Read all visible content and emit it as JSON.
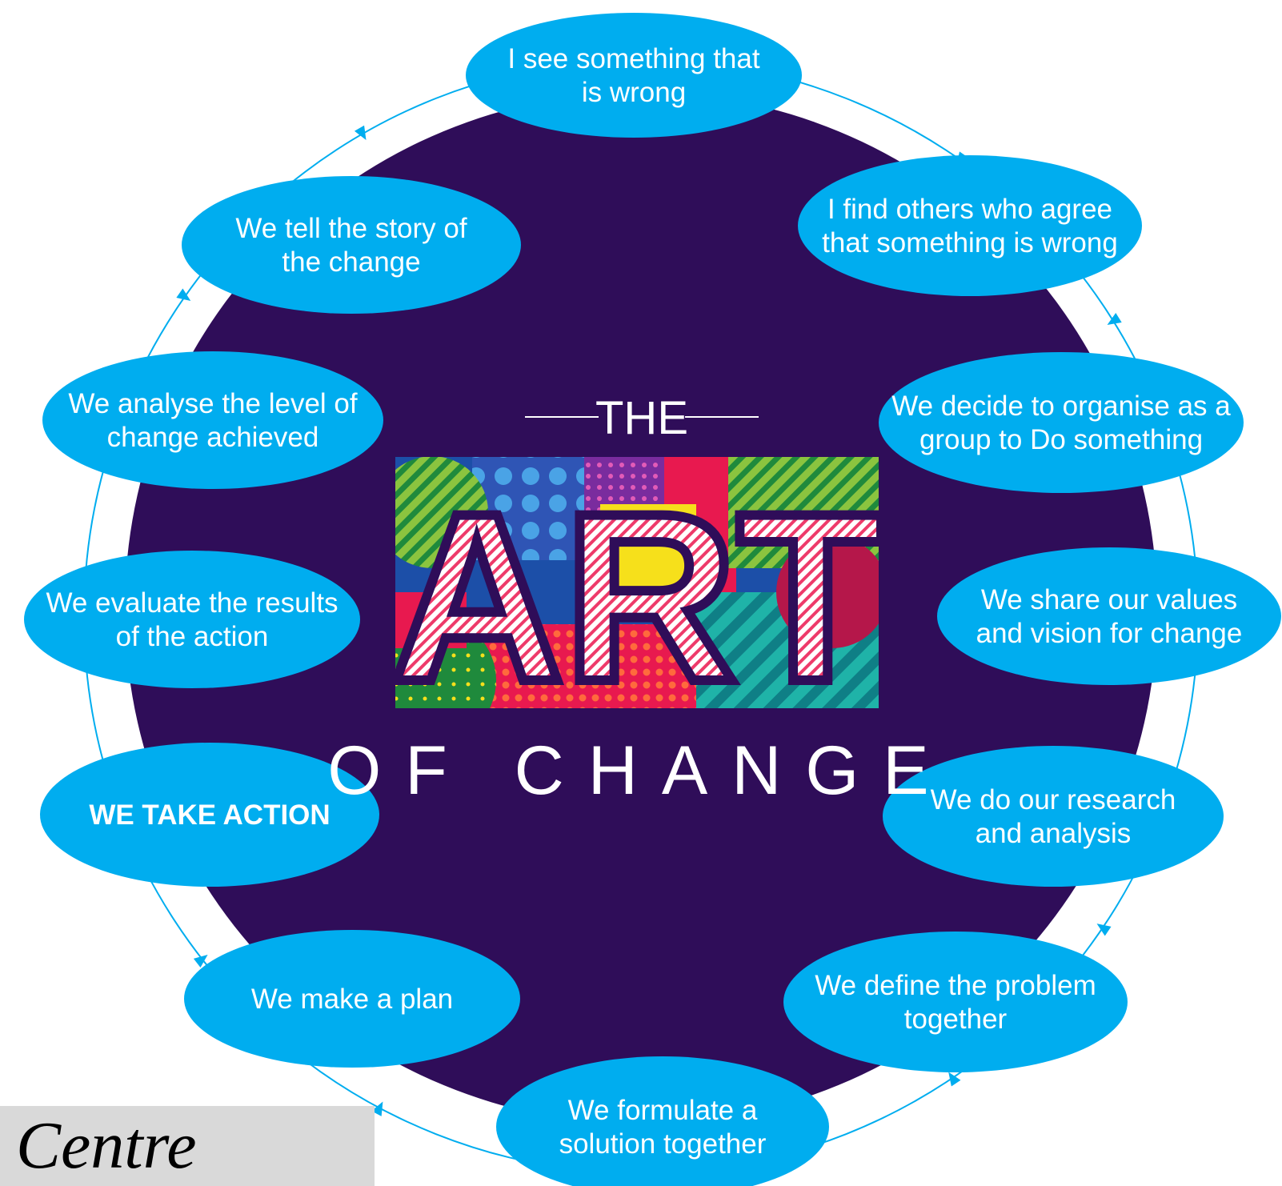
{
  "center": {
    "the_label": "THE",
    "art_label": "ART",
    "of_change_label": "OF CHANGE"
  },
  "steps": [
    {
      "lines": [
        "I see something that",
        "is wrong"
      ]
    },
    {
      "lines": [
        "I find others who agree",
        "that something is wrong"
      ]
    },
    {
      "lines": [
        "We decide to organise as a",
        "group to Do something"
      ]
    },
    {
      "lines": [
        "We share our values",
        "and vision for change"
      ]
    },
    {
      "lines": [
        "We do our research",
        "and analysis"
      ]
    },
    {
      "lines": [
        "We define the problem",
        "together"
      ]
    },
    {
      "lines": [
        "We formulate a",
        "solution together"
      ]
    },
    {
      "lines": [
        "We make a plan"
      ]
    },
    {
      "lines": [
        "WE TAKE ACTION"
      ],
      "bold": true
    },
    {
      "lines": [
        "We evaluate the results",
        "of the action"
      ]
    },
    {
      "lines": [
        "We analyse the level of",
        "change achieved"
      ]
    },
    {
      "lines": [
        "We tell the story of",
        "the change"
      ]
    }
  ],
  "caption": "Centre",
  "colors": {
    "circle": "#2f0d59",
    "node": "#00adef",
    "cycle_line": "#00adef",
    "text": "#ffffff"
  }
}
